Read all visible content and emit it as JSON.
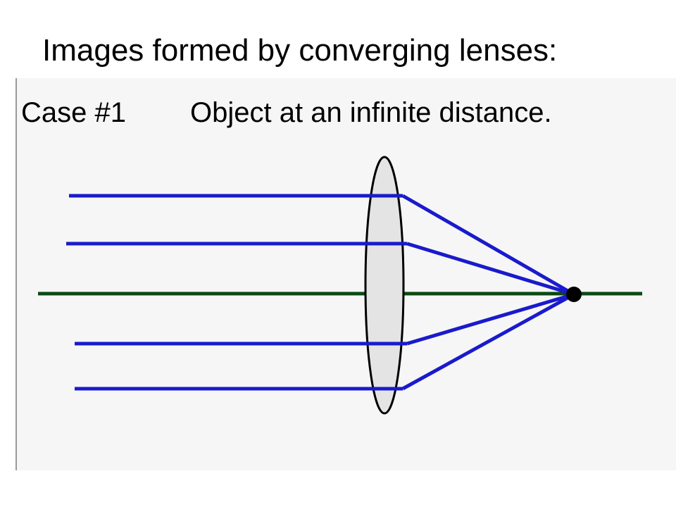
{
  "slide": {
    "title": "Images formed by converging lenses:"
  },
  "diagram": {
    "case_label": "Case #1",
    "case_description": "Object at an infinite distance.",
    "colors": {
      "background": "#f6f6f6",
      "ray": "#1a1acc",
      "optical_axis": "#0b4a12",
      "lens_fill": "#e4e4e4",
      "lens_outline": "#000000",
      "focal_point": "#000000"
    },
    "incoming_ray_count": 4,
    "icons": [
      "converging-lens",
      "focal-point"
    ]
  }
}
